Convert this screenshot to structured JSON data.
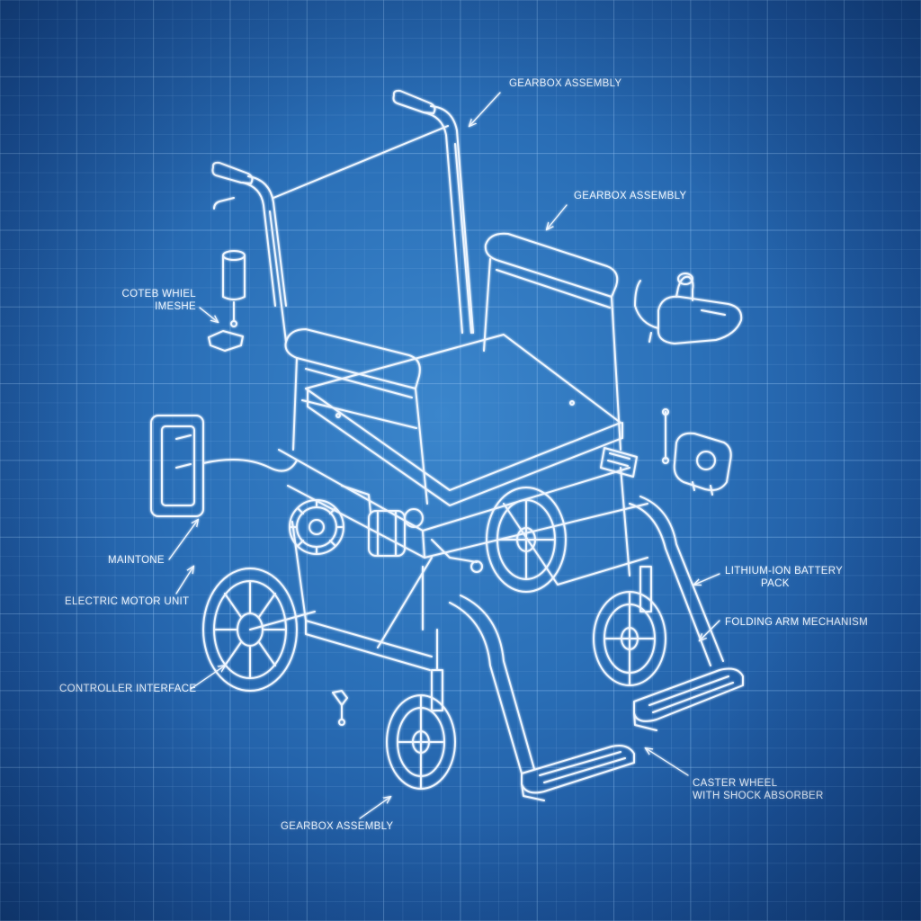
{
  "colors": {
    "background": "#2a6fb7",
    "grid_minor": "#6fa6dd",
    "grid_major": "#8fbef0",
    "line": "#eef6ff"
  },
  "labels": {
    "gearbox_top": "GEARBOX ASSEMBLY",
    "gearbox_mid": "GEARBOX ASSEMBLY",
    "caster_wheel_l1": "COTEB WHIEL",
    "caster_wheel_l2": "IMESHE",
    "maintone": "MAINTONE",
    "motor": "ELECTRIC MOTOR UNIT",
    "controller": "CONTROLLER INTERFACE",
    "gearbox_bottom": "GEARBOX ASSEMBLY",
    "battery_l1": "LITHIUM-ION BATTERY",
    "battery_l2": "PACK",
    "folding": "FOLDING ARM MECHANISM",
    "caster_l1": "CASTER WHEEL",
    "caster_l2": "WITH SHOCK ABSORBER"
  }
}
